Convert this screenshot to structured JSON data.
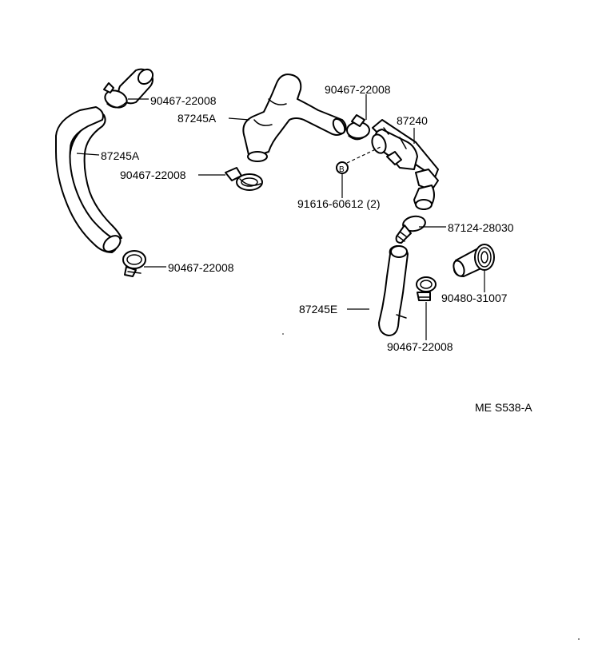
{
  "diagram_ref": "ME S538-A",
  "bolt_marker": "B",
  "labels": {
    "clamp_top_left": "90467-22008",
    "hose_upper": "87245A",
    "clamp_top_center": "90467-22008",
    "valve": "87240",
    "hose_left": "87245A",
    "clamp_left_mid": "90467-22008",
    "bolt": "91616-60612 (2)",
    "elbow": "87124-28030",
    "clamp_left_low": "90467-22008",
    "grommet": "90480-31007",
    "hose_lower": "87245E",
    "clamp_lower": "90467-22008"
  }
}
